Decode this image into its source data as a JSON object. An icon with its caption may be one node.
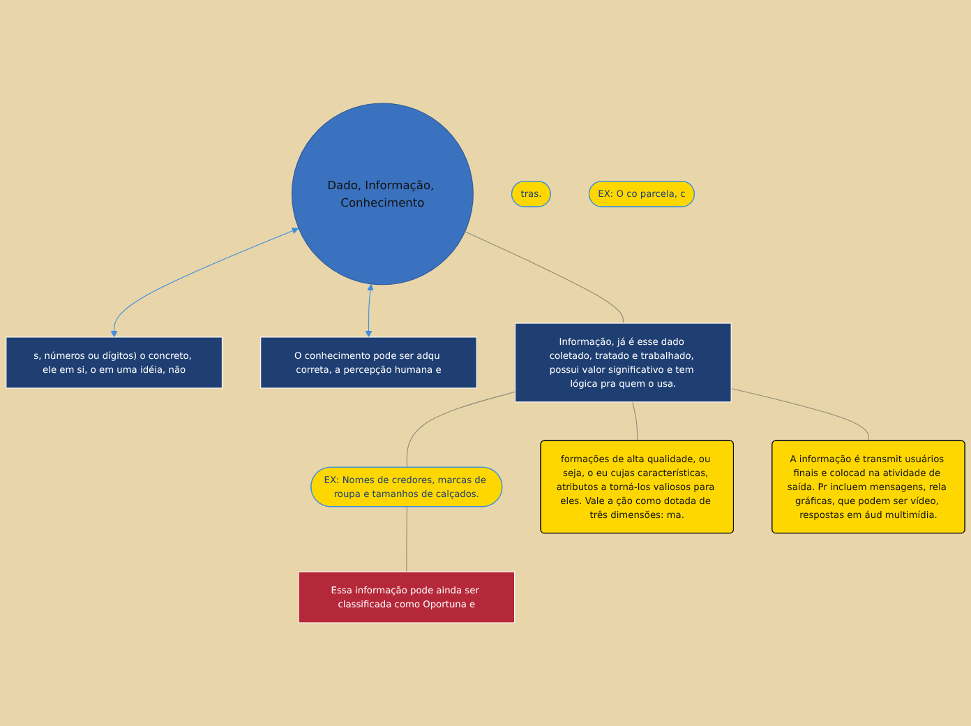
{
  "diagram": {
    "nodes": [
      {
        "text": [
          "Dado, Informação, Conhecimento"
        ]
      },
      {
        "text": [
          "s, números ou dígitos) o concreto, ele em si, o em uma idéia, não"
        ]
      },
      {
        "text": [
          "tras."
        ]
      },
      {
        "text": [
          "O conhecimento pode ser adqu correta, a percepção humana e"
        ]
      },
      {
        "text": [
          "EX: O co parcela, c"
        ]
      },
      {
        "text": [
          "Informação, já é esse dado coletado, tratado e trabalhado, possui valor significativo e tem lógica pra quem o usa."
        ]
      },
      {
        "text": [
          "EX: Nomes de credores, marcas de roupa e tamanhos de calçados."
        ]
      },
      {
        "text": [
          "Essa informação pode ainda ser classificada como Oportuna e"
        ]
      },
      {
        "text": [
          "formações de alta qualidade, ou seja, o eu cujas características, atributos a torná-los valiosos para eles. Vale a ção como dotada de três dimensões: ma."
        ]
      },
      {
        "text": [
          "A informação é transmit usuários finais e colocad na atividade de saída. Pr incluem mensagens, rela gráficas, que podem ser vídeo, respostas em áud multimídia."
        ]
      }
    ],
    "edges": [
      {
        "from": 0,
        "to": 1,
        "arrow": "both",
        "color": "#3b8ee0"
      },
      {
        "from": 0,
        "to": 3,
        "arrow": "both",
        "color": "#3b8ee0"
      },
      {
        "from": 0,
        "to": 5,
        "arrow": "none"
      },
      {
        "from": 5,
        "to": 8,
        "arrow": "none"
      },
      {
        "from": 5,
        "to": 9,
        "arrow": "none"
      },
      {
        "from": 5,
        "to": 6,
        "arrow": "none"
      },
      {
        "from": 6,
        "to": 7,
        "arrow": "none"
      }
    ]
  }
}
